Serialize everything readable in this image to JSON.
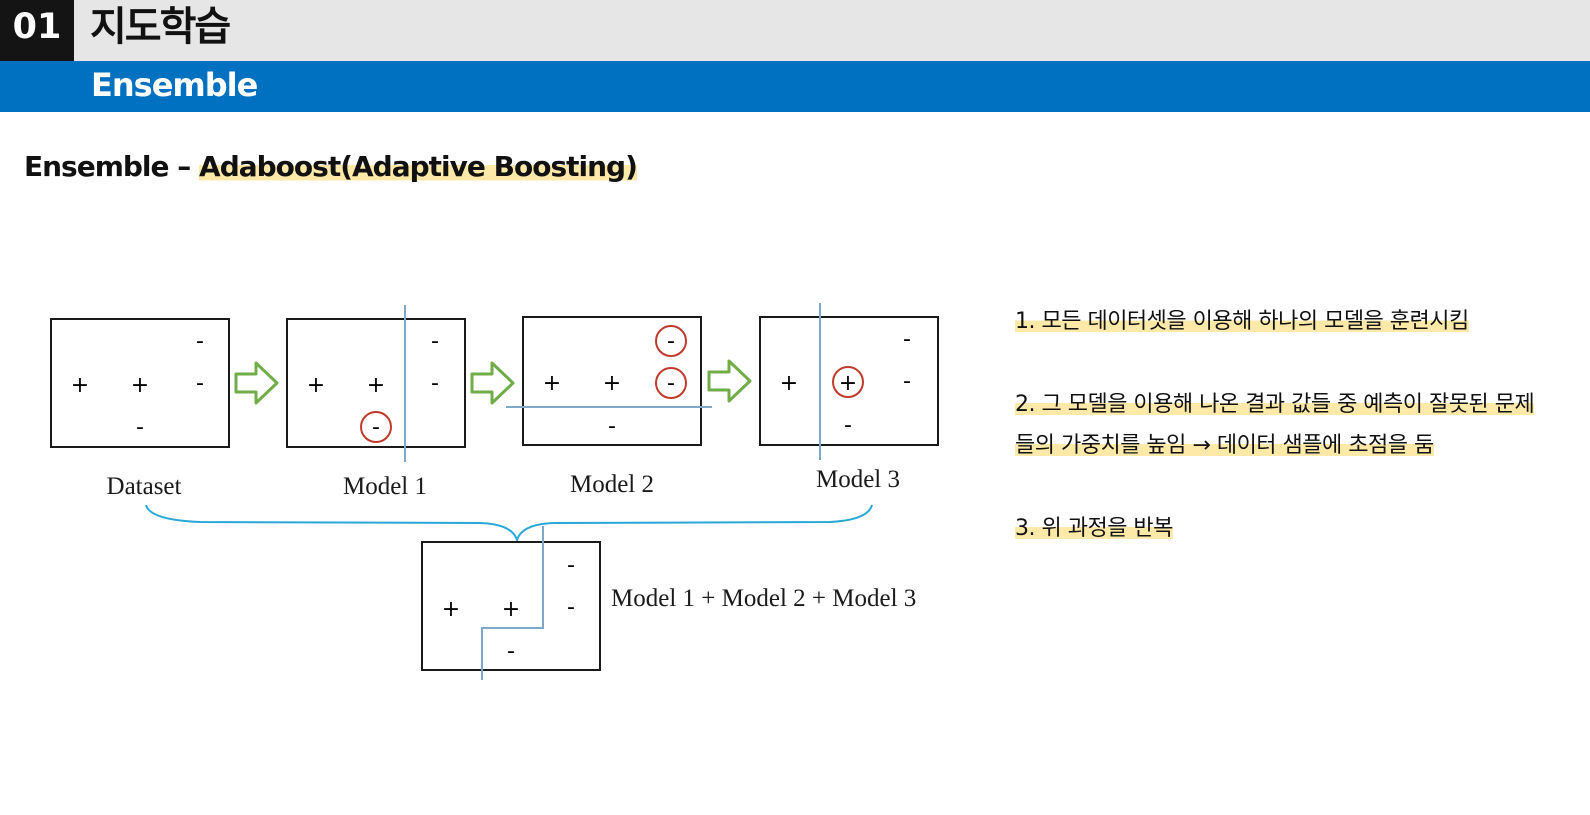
{
  "header": {
    "number": "01",
    "title": "지도학습",
    "subtitle": "Ensemble"
  },
  "heading": {
    "prefix": "Ensemble – ",
    "highlighted": "Adaboost(Adaptive Boosting)"
  },
  "diagram": {
    "panels": [
      {
        "label": "Dataset"
      },
      {
        "label": "Model 1"
      },
      {
        "label": "Model 2"
      },
      {
        "label": "Model 3"
      }
    ],
    "combined_label": "Model 1 + Model 2 + Model 3",
    "plus_symbol": "+",
    "minus_symbol": "-",
    "colors": {
      "arrow": "#70ad47",
      "boundary": "#7fa7c9",
      "circle": "#c0392b",
      "brace": "#29a8d8"
    }
  },
  "notes": {
    "step1": "1. 모든 데이터셋을 이용해 하나의 모델을 훈련시킴",
    "step2_line1": "2. 그 모델을 이용해 나온 결과 값들 중 예측이 잘못된 문제",
    "step2_line2": "들의 가중치를 높임 → 데이터 샘플에 초점을 둠",
    "step3": "3. 위 과정을 반복"
  },
  "theme": {
    "band_gray": "#e7e6e7",
    "band_blue": "#0070c0",
    "number_box": "#141414",
    "highlight": "#ffe9a8"
  }
}
